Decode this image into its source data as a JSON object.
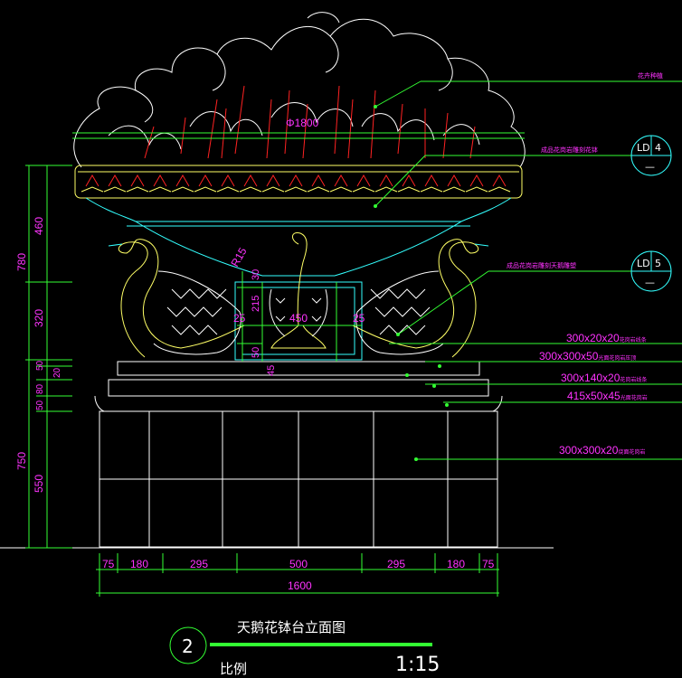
{
  "drawing": {
    "title": "天鹅花钵台立面图",
    "scale_label": "比例",
    "scale_value": "1:15",
    "view_number": "2"
  },
  "callouts": {
    "ld_top": {
      "letters": "LD",
      "number": "4",
      "bottom": "—"
    },
    "ld_mid": {
      "letters": "LD",
      "number": "5",
      "bottom": "—"
    }
  },
  "notes": {
    "flower": "花卉种植",
    "bowl": "成品花岗岩雕刻花钵",
    "swan": "成品花岗岩雕刻天鹅雕塑",
    "m1": "300x20x20",
    "m1_suffix": "花岗岩线条",
    "m2": "300x300x50",
    "m2_suffix": "光面花岗岩压顶",
    "m3": "300x140x20",
    "m3_suffix": "花岗岩线条",
    "m4": "415x50x45",
    "m4_suffix": "光面花岗岩",
    "m5": "300x300x20",
    "m5_suffix": "烧面花岗岩"
  },
  "dimensions": {
    "diameter": "Φ1800",
    "radius": "R15",
    "left_total": "780",
    "left_460": "460",
    "left_320": "320",
    "left_50": "50",
    "left_20": "20",
    "left_50b": "50",
    "left_80": "80",
    "left_750": "750",
    "left_550": "550",
    "mid_30": "30",
    "mid_215": "215",
    "mid_25a": "25",
    "mid_450": "450",
    "mid_25b": "25",
    "mid_50": "50",
    "mid_45": "45",
    "bottom": [
      "75",
      "180",
      "295",
      "500",
      "295",
      "180",
      "75"
    ],
    "bottom_total": "1600"
  }
}
